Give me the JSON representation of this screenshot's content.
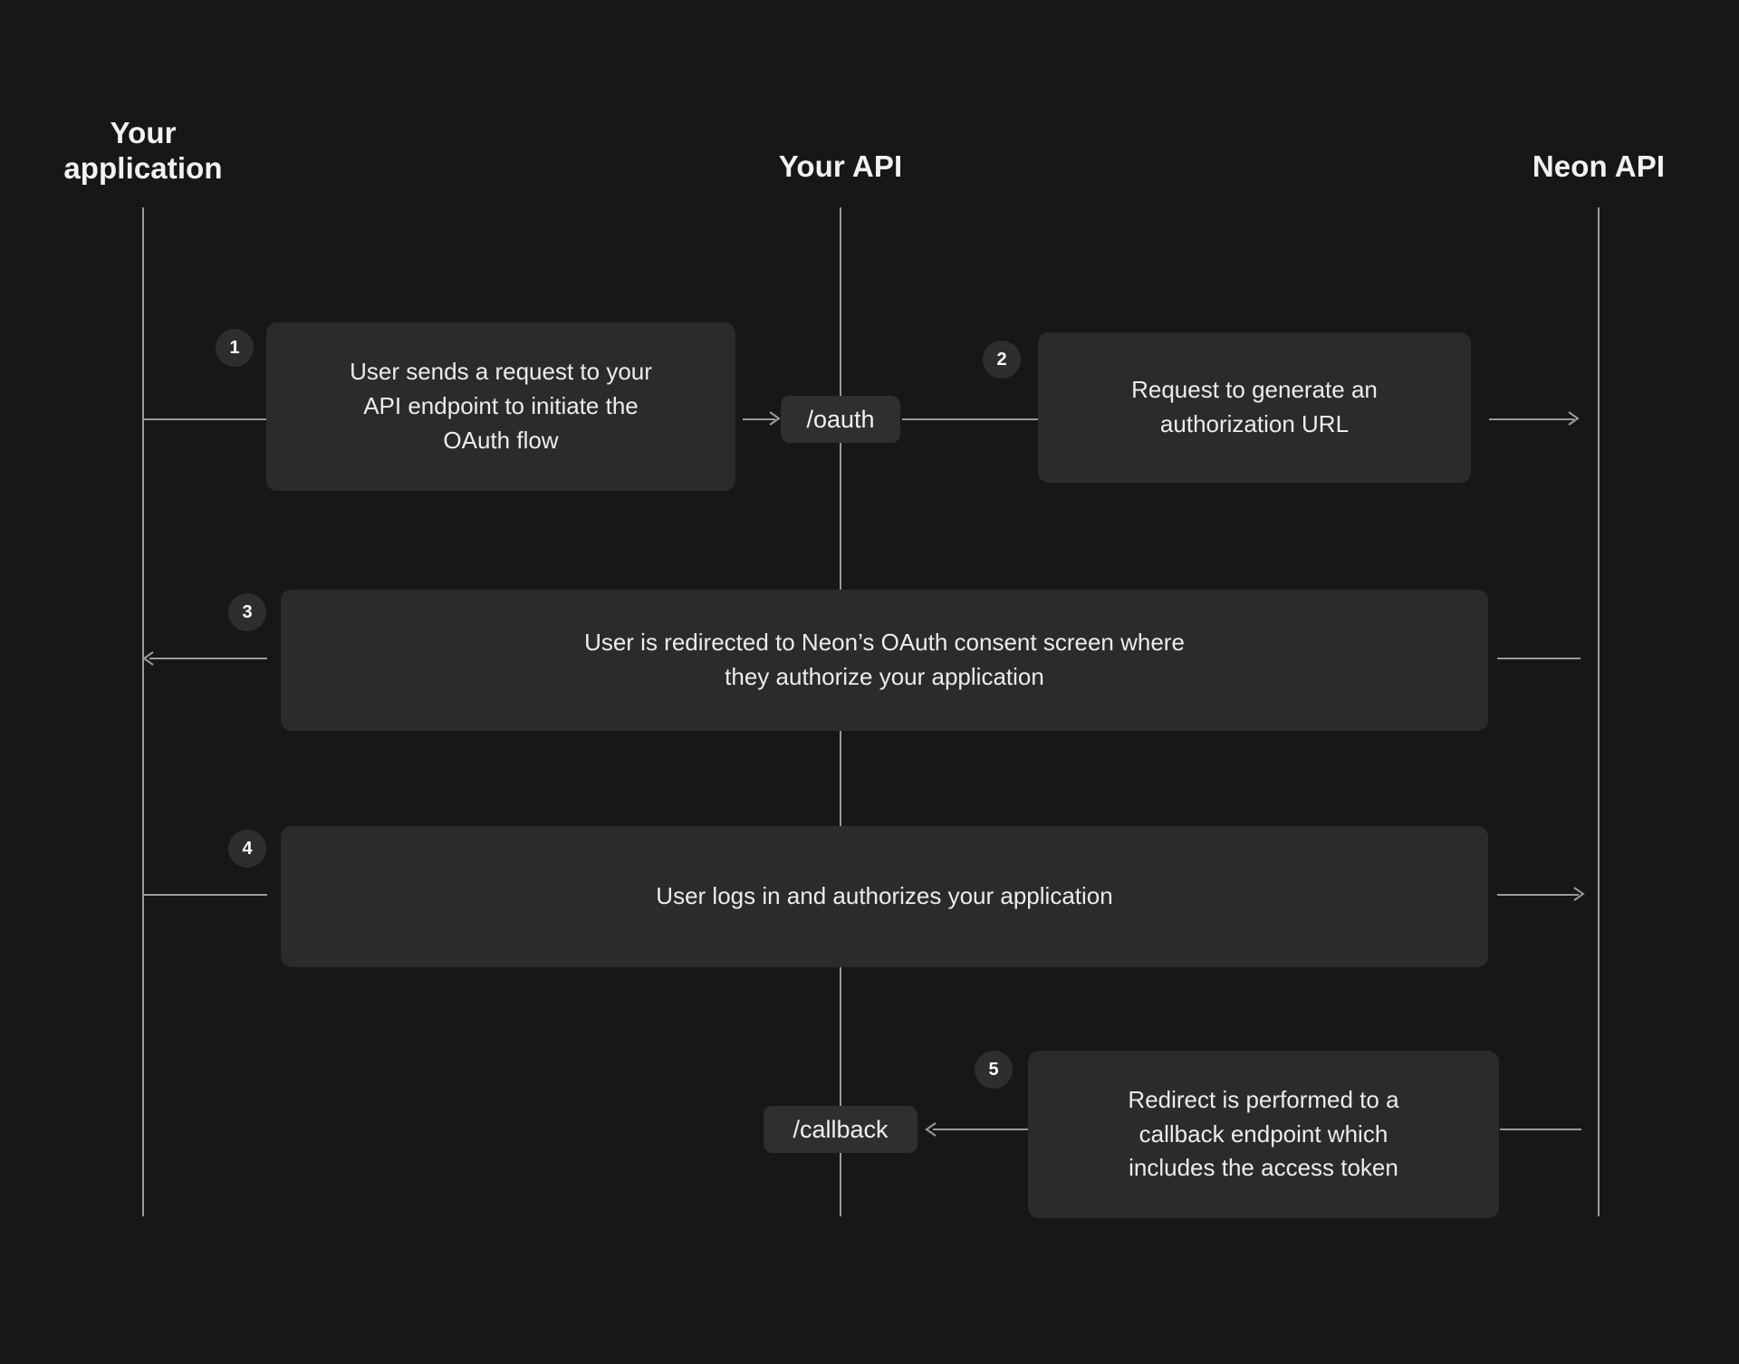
{
  "diagram": {
    "title": "Neon OAuth flow sequence diagram",
    "background_color": "#171717",
    "box_color": "#2b2b2b",
    "line_color": "#9a9a9a",
    "text_color": "#ececec",
    "actors": [
      {
        "id": "your-application",
        "label": "Your\napplication"
      },
      {
        "id": "your-api",
        "label": "Your API"
      },
      {
        "id": "neon-api",
        "label": "Neon API"
      }
    ],
    "steps": [
      {
        "number": "1",
        "text": "User sends a request to your\nAPI endpoint to initiate the\nOAuth flow",
        "from": "your-application",
        "to": "your-api"
      },
      {
        "number": "2",
        "text": "Request to generate an\nauthorization URL",
        "from": "your-api",
        "to": "neon-api"
      },
      {
        "number": "3",
        "text": "User is redirected to Neon’s OAuth consent screen where\nthey authorize your application",
        "from": "neon-api",
        "to": "your-application"
      },
      {
        "number": "4",
        "text": "User logs in and authorizes your application",
        "from": "your-application",
        "to": "neon-api"
      },
      {
        "number": "5",
        "text": "Redirect is performed to a\ncallback endpoint which\nincludes the access token",
        "from": "neon-api",
        "to": "your-api"
      }
    ],
    "endpoints": [
      {
        "id": "oauth",
        "label": "/oauth"
      },
      {
        "id": "callback",
        "label": "/callback"
      }
    ]
  }
}
